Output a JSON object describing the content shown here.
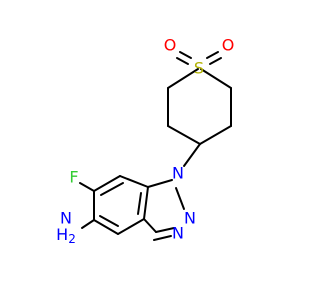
{
  "molecule": {
    "atoms": {
      "S1": {
        "text": "S",
        "color": "#b2b200"
      },
      "O1": {
        "text": "O",
        "color": "#ff0000"
      },
      "O2": {
        "text": "O",
        "color": "#ff0000"
      },
      "N1": {
        "text": "N",
        "color": "#0000ff"
      },
      "N2": {
        "text": "N",
        "color": "#0000ff"
      },
      "N3": {
        "text": "N",
        "color": "#0000ff"
      },
      "F": {
        "text": "F",
        "color": "#33cc33"
      },
      "NH2": {
        "text": "H",
        "sub": "2",
        "prefix": "N",
        "color": "#0000ff"
      }
    }
  }
}
